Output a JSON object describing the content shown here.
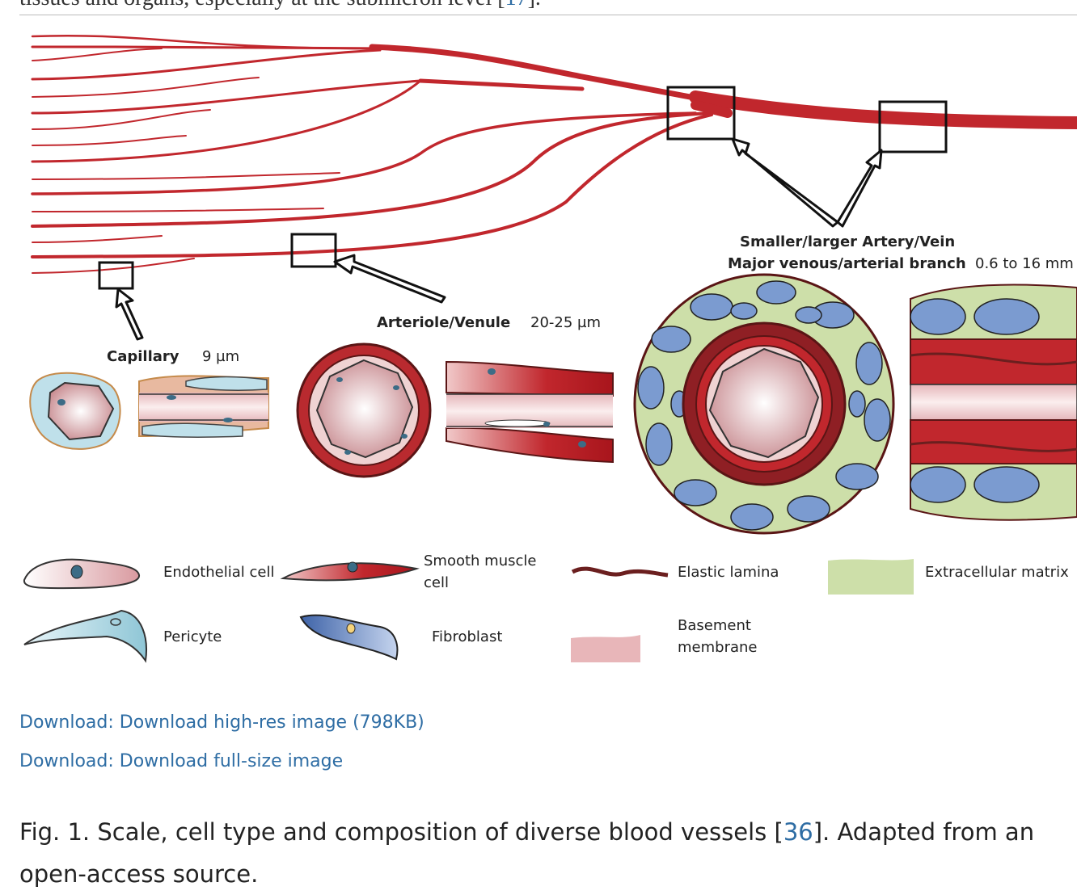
{
  "top_text": {
    "prefix": "tissues and organs, especially at the submicron level [",
    "ref": "17",
    "suffix": "]."
  },
  "figure": {
    "labels": {
      "capillary": "Capillary",
      "capillary_size": "9 µm",
      "arteriole": "Arteriole/Venule",
      "arteriole_size": "20-25 µm",
      "artery_line1": "Smaller/larger Artery/Vein",
      "artery_line2": "Major venous/arterial branch",
      "artery_size": "0.6 to 16 mm"
    },
    "legend": {
      "endothelial": "Endothelial cell",
      "smooth_muscle_1": "Smooth muscle",
      "smooth_muscle_2": "cell",
      "elastic": "Elastic lamina",
      "ecm": "Extracellular matrix",
      "pericyte": "Pericyte",
      "fibroblast": "Fibroblast",
      "basement_1": "Basement",
      "basement_2": "membrane"
    },
    "colors": {
      "vessel_red": "#c1272d",
      "endothelial_pink": "#e9c1c4",
      "pericyte_blue": "#bfe0ea",
      "fibroblast_blue": "#6f8fc7",
      "ecm_green": "#cddfa9",
      "elastic_brown": "#6b1f1f"
    }
  },
  "downloads": [
    "Download: Download high-res image (798KB)",
    "Download: Download full-size image"
  ],
  "caption": {
    "prefix": "Fig. 1. Scale, cell type and composition of diverse blood vessels [",
    "ref": "36",
    "suffix": "]. Adapted from an open-access source."
  }
}
